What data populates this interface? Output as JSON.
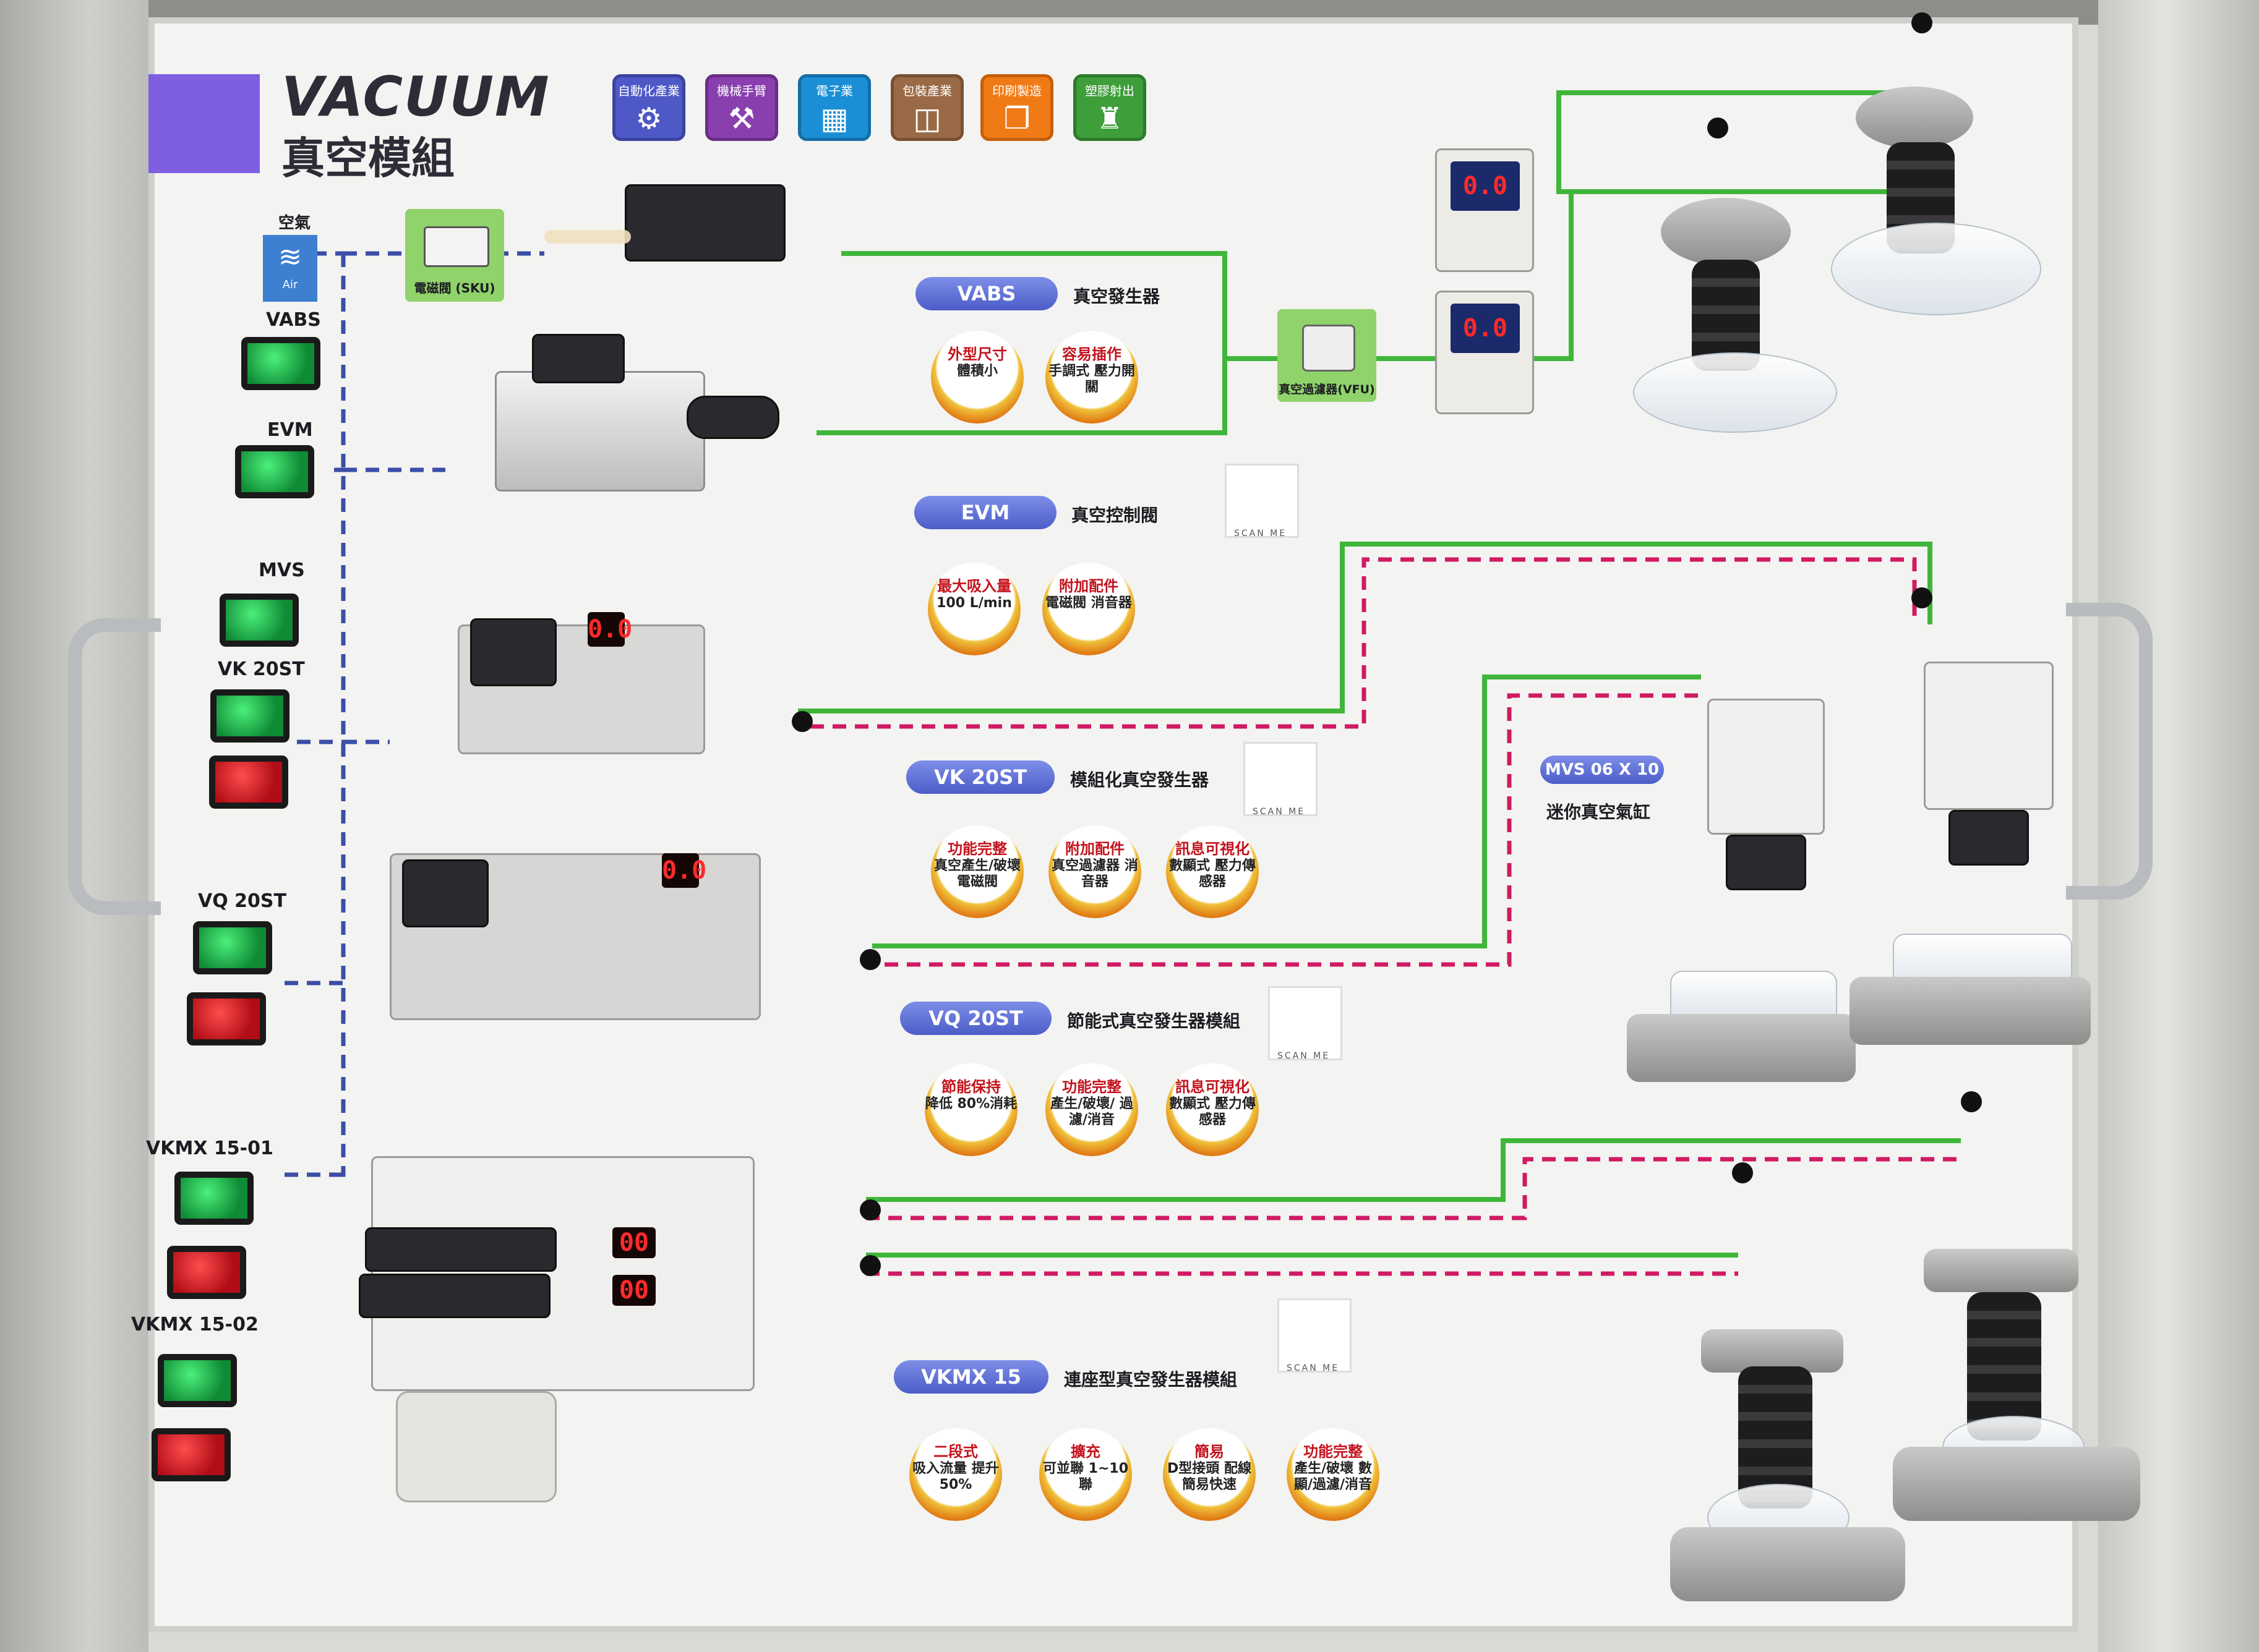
{
  "header": {
    "title_en": "VACUUM",
    "title_zh": "真空模組"
  },
  "industries": [
    {
      "label": "自動化產業",
      "icon": "robot-arm-icon",
      "color": "#4e58c6"
    },
    {
      "label": "機械手臂",
      "icon": "mechanical-arm-icon",
      "color": "#8a3fae"
    },
    {
      "label": "電子業",
      "icon": "chip-icon",
      "color": "#1a8fd6"
    },
    {
      "label": "包裝產業",
      "icon": "box-icon",
      "color": "#9a6a46"
    },
    {
      "label": "印刷製造",
      "icon": "document-icon",
      "color": "#f07b16"
    },
    {
      "label": "塑膠射出",
      "icon": "bottle-icon",
      "color": "#3e9e3a"
    }
  ],
  "air_source": {
    "label": "空氣",
    "sub": "Air"
  },
  "solenoid_valve": {
    "label": "電磁閥 (SKU)"
  },
  "vfu": {
    "label": "真空過濾器(VFU)"
  },
  "panel": {
    "vabs": "VABS",
    "evm": "EVM",
    "mvs": "MVS",
    "vk20st": "VK 20ST",
    "vq20st": "VQ 20ST",
    "vkmx1501": "VKMX 15-01",
    "vkmx1502": "VKMX 15-02"
  },
  "products": {
    "vabs": {
      "name": "VABS",
      "desc": "真空發生器",
      "badges": [
        {
          "title": "外型尺寸",
          "body": "體積小"
        },
        {
          "title": "容易插作",
          "body": "手調式 壓力開關"
        }
      ]
    },
    "evm": {
      "name": "EVM",
      "desc": "真空控制閥",
      "badges": [
        {
          "title": "最大吸入量",
          "body": "100 L/min"
        },
        {
          "title": "附加配件",
          "body": "電磁閥 消音器"
        }
      ]
    },
    "vk20st": {
      "name": "VK 20ST",
      "desc": "模組化真空發生器",
      "badges": [
        {
          "title": "功能完整",
          "body": "真空產生/破壞 電磁閥"
        },
        {
          "title": "附加配件",
          "body": "真空過濾器 消音器"
        },
        {
          "title": "訊息可視化",
          "body": "數顯式 壓力傳感器"
        }
      ]
    },
    "vq20st": {
      "name": "VQ 20ST",
      "desc": "節能式真空發生器模組",
      "badges": [
        {
          "title": "節能保持",
          "body": "降低 80%消耗"
        },
        {
          "title": "功能完整",
          "body": "產生/破壞/ 過濾/消音"
        },
        {
          "title": "訊息可視化",
          "body": "數顯式 壓力傳感器"
        }
      ]
    },
    "vkmx15": {
      "name": "VKMX 15",
      "desc": "連座型真空發生器模組",
      "badges": [
        {
          "title": "二段式",
          "body": "吸入流量 提升50%"
        },
        {
          "title": "擴充",
          "body": "可並聯 1~10聯"
        },
        {
          "title": "簡易",
          "body": "D型接頭 配線簡易快速"
        },
        {
          "title": "功能完整",
          "body": "產生/破壞 數顯/過濾/消音"
        }
      ]
    },
    "mvs": {
      "name": "MVS 06 X 10",
      "desc": "迷你真空氣缸"
    }
  },
  "qr_text": "SCAN ME",
  "displays": {
    "gauge_top": "0.0",
    "gauge_bottom": "0.0",
    "vk_led": "0.0",
    "vq_led": "0.0",
    "vkmx_led_1": "00",
    "vkmx_led_2": "00"
  },
  "colors": {
    "accent_purple": "#7e5fe0",
    "line_green": "#3fb63a",
    "line_pink": "#d01a63",
    "line_blue": "#3b4ea8",
    "pill_blue": "#5a6bd0"
  }
}
